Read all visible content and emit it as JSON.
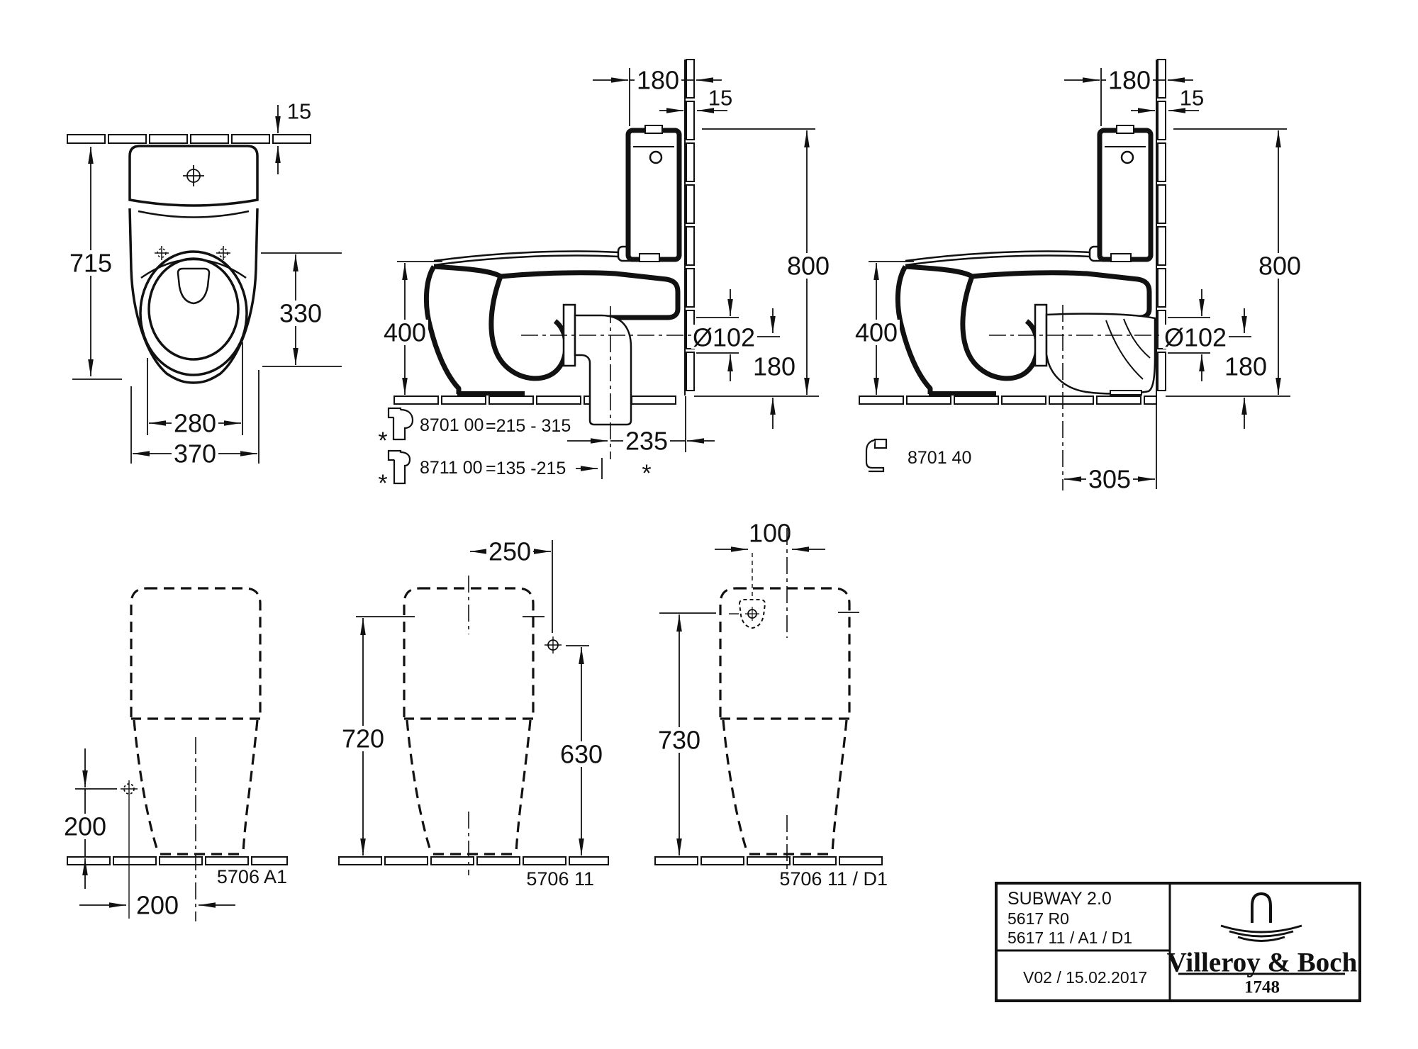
{
  "views": {
    "plan": {
      "dims": {
        "tile_offset": "15",
        "total_depth": "715",
        "seat_length": "330",
        "inner_width": "280",
        "outer_width": "370"
      }
    },
    "side_v": {
      "dims": {
        "cistern_depth": "180",
        "tile_offset": "15",
        "total_height": "800",
        "rim_height": "400",
        "outlet_dia": "Ø102",
        "outlet_center_height": "180",
        "outlet_distance": "235"
      },
      "star": "*",
      "accessories": [
        {
          "mark": "*",
          "code": "8701 00",
          "range": "=215 - 315"
        },
        {
          "mark": "*",
          "code": "8711 00",
          "range": "=135 -215"
        }
      ]
    },
    "side_h": {
      "dims": {
        "cistern_depth": "180",
        "tile_offset": "15",
        "total_height": "800",
        "rim_height": "400",
        "outlet_dia": "Ø102",
        "outlet_center_height": "180",
        "outlet_distance": "305"
      },
      "accessory_code": "8701 40"
    },
    "rear_a1": {
      "dims": {
        "screw_height": "200",
        "screw_offset": "200"
      },
      "code": "5706 A1"
    },
    "rear_11": {
      "dims": {
        "screw_offset": "250",
        "tank_height": "720",
        "screw_height": "630"
      },
      "code": "5706 11"
    },
    "rear_d1": {
      "dims": {
        "screw_offset": "100",
        "tank_height": "730"
      },
      "code": "5706 11 / D1"
    }
  },
  "title_block": {
    "product": "SUBWAY 2.0",
    "model": "5617 R0",
    "variant": "5617 11 / A1 / D1",
    "version": "V02 / 15.02.2017",
    "brand": "Villeroy & Boch",
    "brand_year": "1748"
  }
}
